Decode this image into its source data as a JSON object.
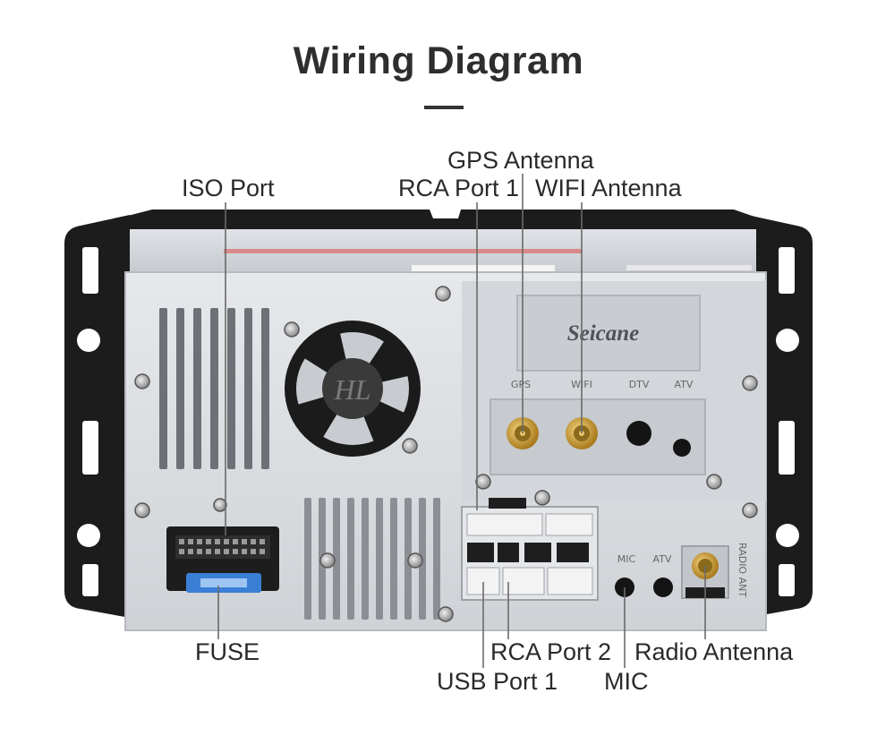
{
  "title": "Wiring Diagram",
  "brand": "Seicane",
  "fan_badge": "HL",
  "antenna_labels": [
    "GPS",
    "WIFI",
    "DTV",
    "ATV"
  ],
  "front_labels": {
    "mic": "MIC",
    "atv": "ATV"
  },
  "radio_side_label": "RADIO ANT",
  "callouts": {
    "gps_antenna": "GPS Antenna",
    "iso_port": "ISO Port",
    "rca_port_1": "RCA Port 1",
    "wifi_antenna": "WIFI Antenna",
    "fuse": "FUSE",
    "rca_port_2": "RCA Port 2",
    "radio_antenna": "Radio Antenna",
    "usb_port_1": "USB Port 1",
    "mic": "MIC"
  },
  "colors": {
    "line": "#6a6a6a",
    "bracket": "#1c1c1c",
    "chassis": "#d8dbdf",
    "fuse": "#3a7fd6",
    "gold": "#c9a23b"
  }
}
